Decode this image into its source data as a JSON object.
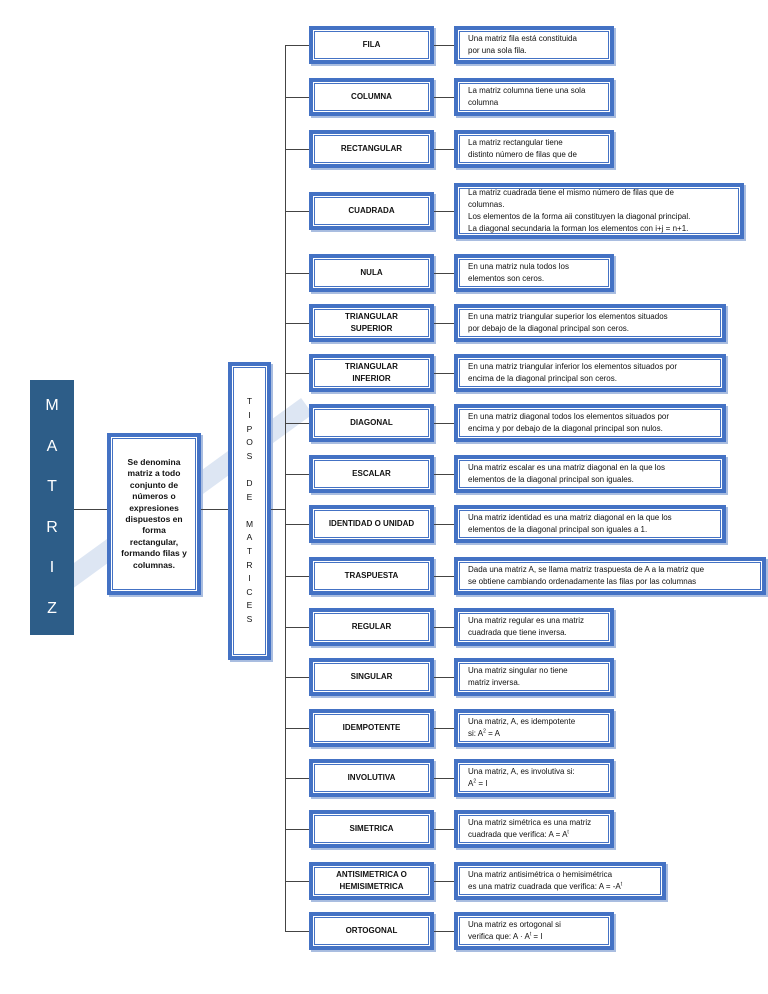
{
  "root": {
    "letters": [
      "M",
      "A",
      "T",
      "R",
      "I",
      "Z"
    ]
  },
  "definition": "Se denomina\nmatriz a todo\nconjunto de\nnúmeros o\nexpresiones\ndispuestos en\nforma\nrectangular,\nformando filas y\ncolumnas.",
  "tipos": {
    "letters": [
      "T",
      "I",
      "P",
      "O",
      "S",
      "",
      "D",
      "E",
      "",
      "M",
      "A",
      "T",
      "R",
      "I",
      "C",
      "E",
      "S"
    ]
  },
  "types": [
    {
      "label": "FILA",
      "desc": "Una matriz fila está constituida\npor una sola fila."
    },
    {
      "label": "COLUMNA",
      "desc": "La matriz columna tiene una sola\ncolumna"
    },
    {
      "label": "RECTANGULAR",
      "desc": "La matriz rectangular tiene\ndistinto número de filas que de"
    },
    {
      "label": "CUADRADA",
      "desc": "La matriz cuadrada tiene el mismo número de filas que de\ncolumnas.\nLos elementos de la forma aii constituyen la diagonal principal.\nLa diagonal secundaria la forman los elementos con i+j = n+1."
    },
    {
      "label": "NULA",
      "desc": "En una matriz nula todos los\nelementos son ceros."
    },
    {
      "label": "TRIANGULAR\nSUPERIOR",
      "desc": "En una matriz triangular superior los elementos situados\npor debajo de la diagonal principal son ceros."
    },
    {
      "label": "TRIANGULAR\nINFERIOR",
      "desc": "En una matriz triangular inferior los elementos situados por\nencima de la diagonal principal son ceros."
    },
    {
      "label": "DIAGONAL",
      "desc": "En una matriz diagonal todos los elementos situados por\nencima y por debajo de la diagonal principal son nulos."
    },
    {
      "label": "ESCALAR",
      "desc": "Una matriz escalar es una matriz diagonal en la que los\nelementos de la diagonal principal son iguales."
    },
    {
      "label": "IDENTIDAD O UNIDAD",
      "desc": "Una matriz identidad es una matriz diagonal en la que los\nelementos de la diagonal principal son iguales a 1."
    },
    {
      "label": "TRASPUESTA",
      "desc": "Dada una matriz A, se llama matriz traspuesta de A a la matriz que\nse obtiene cambiando ordenadamente las filas por las columnas"
    },
    {
      "label": "REGULAR",
      "desc": "Una matriz regular es una matriz\ncuadrada que tiene inversa."
    },
    {
      "label": "SINGULAR",
      "desc": "Una matriz singular no tiene\nmatriz inversa."
    },
    {
      "label": "IDEMPOTENTE",
      "desc": "Una matriz, A, es idempotente\nsi: A",
      "sup": "2",
      "tail": " = A"
    },
    {
      "label": "INVOLUTIVA",
      "desc": "Una matriz, A, es involutiva si:\nA",
      "sup": "2",
      "tail": " = I"
    },
    {
      "label": "SIMETRICA",
      "desc": "Una matriz simétrica es una matriz\ncuadrada que verifica: A = A",
      "sup": "t",
      "tail": ""
    },
    {
      "label": "ANTISIMETRICA O\nHEMISIMETRICA",
      "desc": "Una matriz antisimétrica o hemisimétrica\nes una matriz cuadrada que verifica: A = -A",
      "sup": "t",
      "tail": ""
    },
    {
      "label": "ORTOGONAL",
      "desc": "Una matriz es ortogonal si\nverifica que: A · A",
      "sup": "t",
      "tail": " = I"
    }
  ]
}
